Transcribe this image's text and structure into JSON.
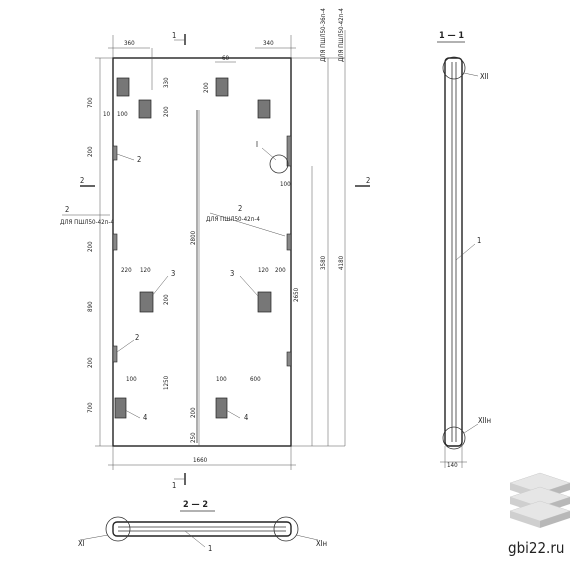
{
  "sections": {
    "s11": "1 — 1",
    "s22": "2 — 2"
  },
  "cut_marks": {
    "one": "1",
    "two": "2"
  },
  "dims": {
    "top_left": "360",
    "top_right": "340",
    "top_60": "60",
    "d330": "330",
    "d700a": "700",
    "d10": "10",
    "d100a": "100",
    "d200a": "200",
    "d200b": "200",
    "d200c": "200",
    "d100b": "100",
    "d200d": "200",
    "d2800": "2800",
    "d220": "220",
    "d120a": "120",
    "d120b": "120",
    "d200e": "200",
    "d200f": "200",
    "d890": "890",
    "d200g": "200",
    "d1250": "1250",
    "d100c": "100",
    "d600": "600",
    "d200h": "200",
    "d700b": "700",
    "d250": "250",
    "d2650": "2650",
    "d3580": "3580",
    "d4180": "4180",
    "d1660": "1660",
    "d140": "140"
  },
  "callouts": {
    "c2a": "2",
    "c2b": "2",
    "c2c": "2",
    "c2d": "2",
    "c2e": "2",
    "c3a": "3",
    "c3b": "3",
    "c4a": "4",
    "c4b": "4",
    "c1a": "1",
    "c1b": "1",
    "cI": "I"
  },
  "notes": {
    "left_note": "ДЛЯ ПШЛ50-42п-4",
    "mid_note": "ДЛЯ ПШЛ50-42п-4",
    "vert_note1": "ДЛЯ ПШЛ50-36п-4",
    "vert_note2": "ДЛЯ ПШЛ50-42п-4"
  },
  "nodes": {
    "XII_top": "XII",
    "XII_bot": "XIIн",
    "XI_left": "XI",
    "XI_right": "XIн"
  },
  "watermark": {
    "site": "gbi22.ru"
  }
}
